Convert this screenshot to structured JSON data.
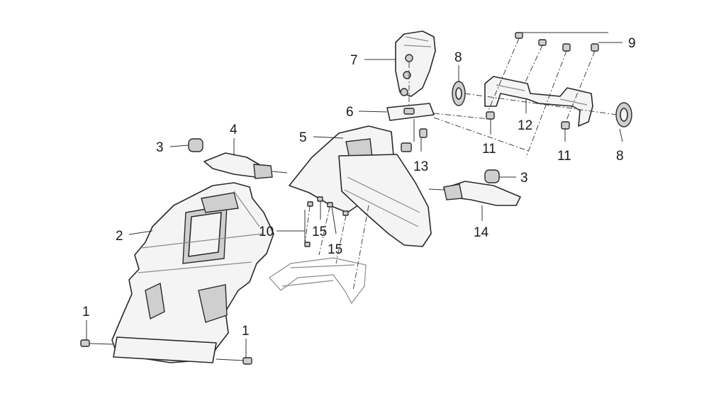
{
  "callouts": [
    {
      "key": "c1a",
      "label": "1"
    },
    {
      "key": "c1b",
      "label": "1"
    },
    {
      "key": "c2",
      "label": "2"
    },
    {
      "key": "c3a",
      "label": "3"
    },
    {
      "key": "c3b",
      "label": "3"
    },
    {
      "key": "c4",
      "label": "4"
    },
    {
      "key": "c5",
      "label": "5"
    },
    {
      "key": "c6",
      "label": "6"
    },
    {
      "key": "c7",
      "label": "7"
    },
    {
      "key": "c8a",
      "label": "8"
    },
    {
      "key": "c8b",
      "label": "8"
    },
    {
      "key": "c9",
      "label": "9"
    },
    {
      "key": "c10",
      "label": "10"
    },
    {
      "key": "c11a",
      "label": "11"
    },
    {
      "key": "c11b",
      "label": "11"
    },
    {
      "key": "c12",
      "label": "12"
    },
    {
      "key": "c13",
      "label": "13"
    },
    {
      "key": "c14",
      "label": "14"
    },
    {
      "key": "c15a",
      "label": "15"
    },
    {
      "key": "c15b",
      "label": "15"
    }
  ]
}
